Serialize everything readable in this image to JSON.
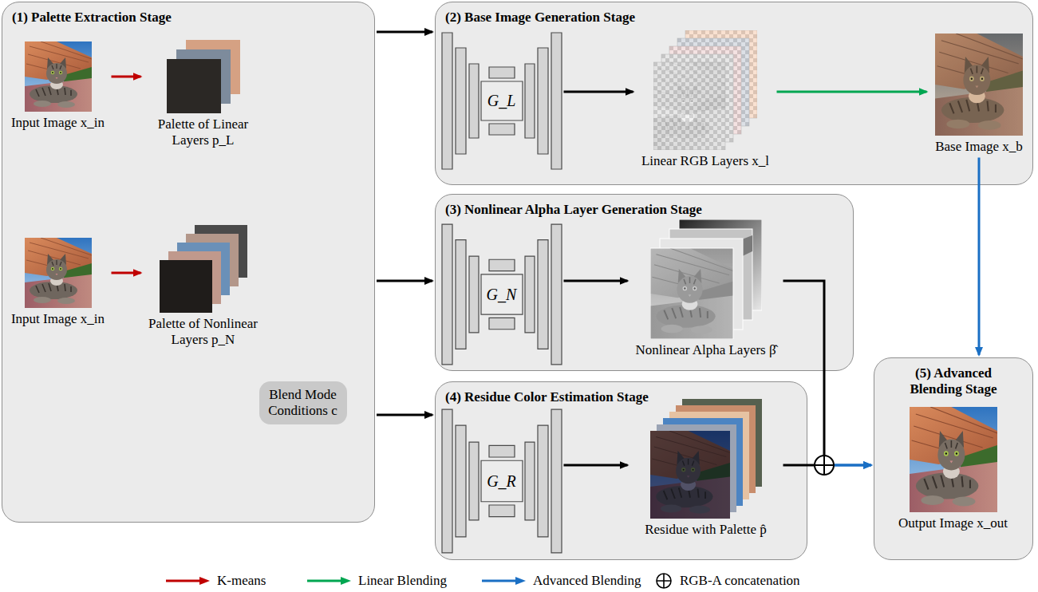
{
  "diagram": {
    "nodes": [
      {
        "text": [
          "(1) Palette Extraction Stage"
        ]
      },
      {
        "text": [
          "Input Image x_in"
        ],
        "in": 0
      },
      {
        "text": [
          "Palette of Linear Layers p_L"
        ],
        "in": 0
      },
      {
        "text": [
          "Input Image x_in"
        ],
        "in": 0
      },
      {
        "text": [
          "Palette of Nonlinear Layers p_N"
        ],
        "in": 0
      },
      {
        "text": [
          "Blend Mode Conditions c"
        ],
        "in": 0
      },
      {
        "text": [
          "(2) Base Image Generation Stage"
        ]
      },
      {
        "text": [
          "G_L"
        ],
        "in": 6
      },
      {
        "text": [
          "Linear RGB Layers x_l"
        ],
        "in": 6
      },
      {
        "text": [
          "Base Image x_b"
        ],
        "in": 6
      },
      {
        "text": [
          "(3) Nonlinear Alpha Layer Generation Stage"
        ]
      },
      {
        "text": [
          "G_N"
        ],
        "in": 10
      },
      {
        "text": [
          "Nonlinear Alpha Layers β̂"
        ],
        "in": 10
      },
      {
        "text": [
          "(4) Residue Color Estimation Stage"
        ]
      },
      {
        "text": [
          "G_R"
        ],
        "in": 13
      },
      {
        "text": [
          "Residue with Palette p̂"
        ],
        "in": 13
      },
      {
        "text": [
          "(5) Advanced Blending Stage"
        ]
      },
      {
        "text": [
          "Output Image x_out"
        ],
        "in": 16
      }
    ],
    "edges": [
      {
        "from": 1,
        "to": 2,
        "arrow": "to"
      },
      {
        "from": 3,
        "to": 4,
        "arrow": "to"
      },
      {
        "from": 0,
        "to": 6,
        "arrow": "to"
      },
      {
        "from": 0,
        "to": 10,
        "arrow": "to"
      },
      {
        "from": 0,
        "to": 13,
        "arrow": "to"
      },
      {
        "from": 7,
        "to": 8,
        "arrow": "to"
      },
      {
        "from": 8,
        "to": 9,
        "arrow": "to"
      },
      {
        "from": 11,
        "to": 12,
        "arrow": "to"
      },
      {
        "from": 14,
        "to": 15,
        "arrow": "to"
      },
      {
        "from": 12,
        "to": 16,
        "arrow": "to"
      },
      {
        "from": 15,
        "to": 16,
        "arrow": "to"
      },
      {
        "from": 9,
        "to": 16,
        "arrow": "to"
      }
    ],
    "legend": [
      {
        "text": "K-means",
        "color": "#c00000"
      },
      {
        "text": "Linear Blending",
        "color": "#00a651"
      },
      {
        "text": "Advanced Blending",
        "color": "#1a6fc4"
      },
      {
        "text": "RGB-A concatenation"
      }
    ]
  }
}
